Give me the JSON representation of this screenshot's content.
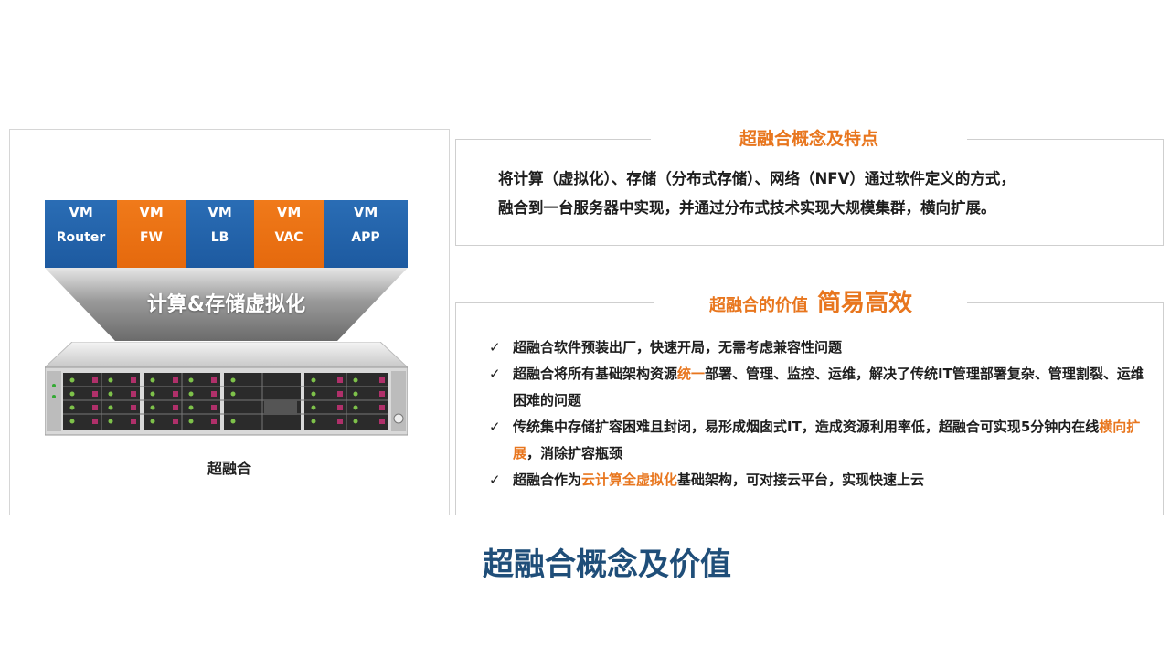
{
  "left": {
    "vms": [
      {
        "top": "VM",
        "bottom": "Router",
        "color": "blue"
      },
      {
        "top": "VM",
        "bottom": "FW",
        "color": "orange"
      },
      {
        "top": "VM",
        "bottom": "LB",
        "color": "blue"
      },
      {
        "top": "VM",
        "bottom": "VAC",
        "color": "orange"
      },
      {
        "top": "VM",
        "bottom": "APP",
        "color": "blue"
      }
    ],
    "virtualization_label": "计算&存储虚拟化",
    "server_label": "超融合"
  },
  "concept": {
    "title": "超融合概念及特点",
    "line1": "将计算（虚拟化）、存储（分布式存储）、网络（NFV）通过软件定义的方式，",
    "line2": "融合到一台服务器中实现，并通过分布式技术实现大规模集群，横向扩展。"
  },
  "value": {
    "title_small": "超融合的价值",
    "title_big": "简易高效",
    "check": "✓",
    "b1": "超融合软件预装出厂，快速开局，无需考虑兼容性问题",
    "b2_pre": "超融合将所有基础架构资源",
    "b2_hl": "统一",
    "b2_post": "部署、管理、监控、运维，解决了传统IT管理部署复杂、管理割裂、运维困难的问题",
    "b3_pre": "传统集中存储扩容困难且封闭，易形成烟囱式IT，造成资源利用率低，超融合可实现5分钟内在线",
    "b3_hl": "横向扩展",
    "b3_post": "，消除扩容瓶颈",
    "b4_pre": "超融合作为",
    "b4_hl": "云计算全虚拟化",
    "b4_post": "基础架构，可对接云平台，实现快速上云"
  },
  "page_title": "超融合概念及价值",
  "colors": {
    "orange": "#e8761e",
    "blue": "#1d5aa0",
    "title_blue": "#1f4e79"
  }
}
